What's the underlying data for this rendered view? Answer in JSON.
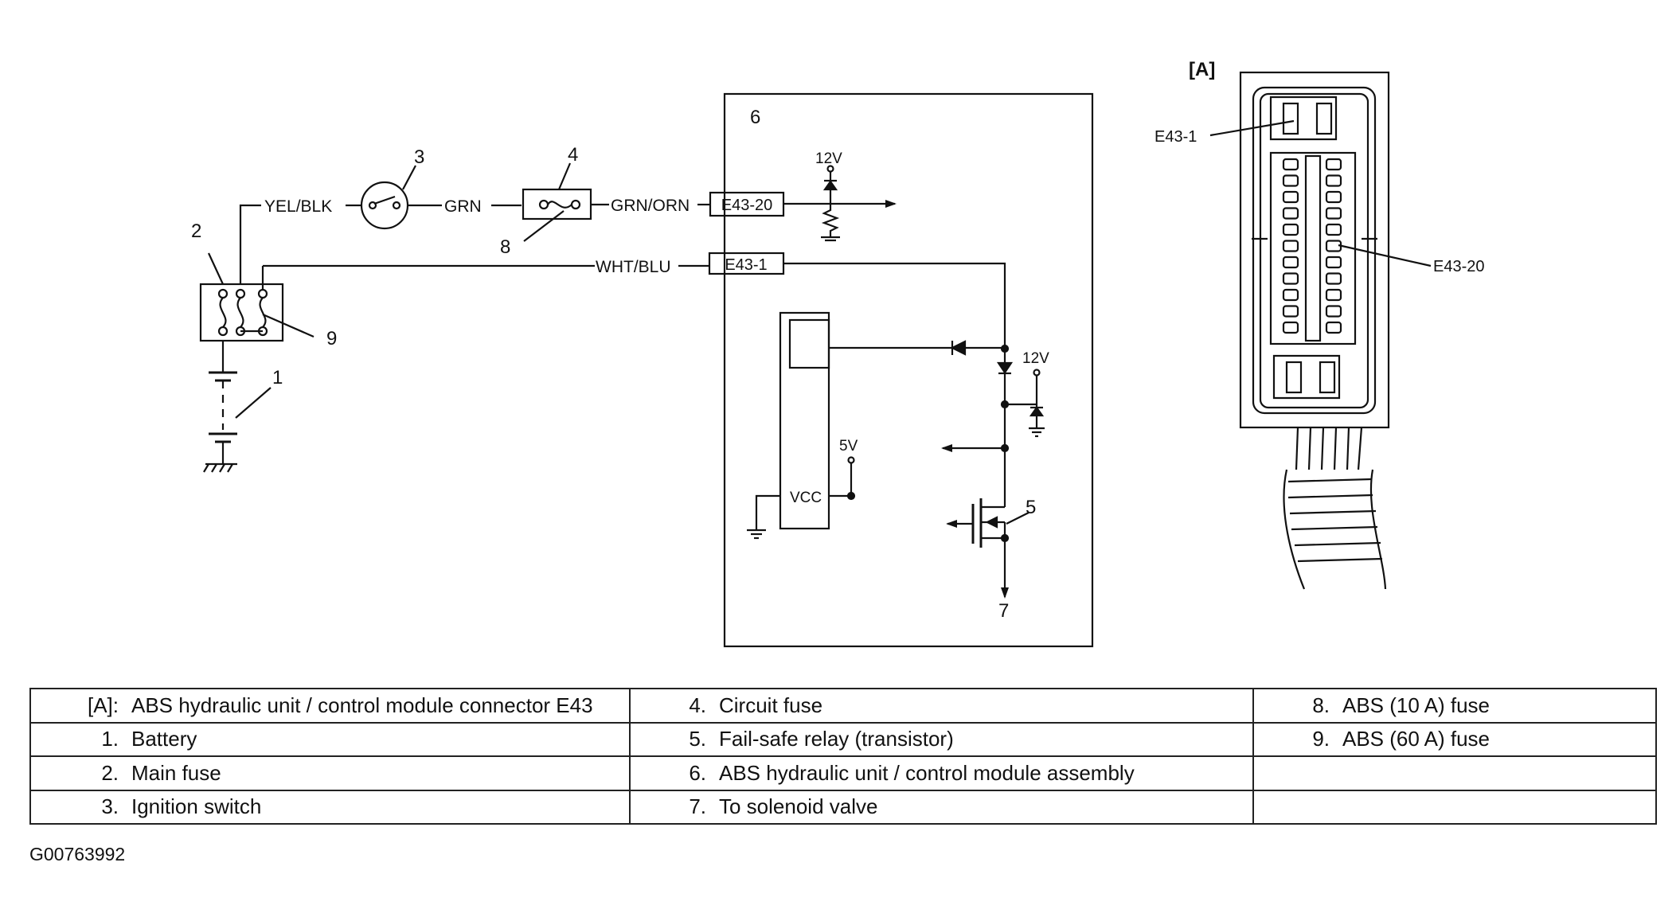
{
  "callouts": {
    "n1": "1",
    "n2": "2",
    "n3": "3",
    "n4": "4",
    "n5": "5",
    "n6": "6",
    "n7": "7",
    "n8": "8",
    "n9": "9",
    "view": "[A]"
  },
  "wires": {
    "yel_blk": "YEL/BLK",
    "grn": "GRN",
    "grn_orn": "GRN/ORN",
    "wht_blu": "WHT/BLU"
  },
  "connectors": {
    "e43_20": "E43-20",
    "e43_1": "E43-1"
  },
  "voltages": {
    "v12_top": "12V",
    "v12_mid": "12V",
    "v5": "5V",
    "vcc": "VCC"
  },
  "legend": {
    "rows": [
      [
        {
          "num": "[A]:",
          "text": "ABS hydraulic unit / control module connector E43"
        },
        {
          "num": "4.",
          "text": "Circuit fuse"
        },
        {
          "num": "8.",
          "text": "ABS (10 A) fuse"
        }
      ],
      [
        {
          "num": "1.",
          "text": "Battery"
        },
        {
          "num": "5.",
          "text": "Fail-safe relay (transistor)"
        },
        {
          "num": "9.",
          "text": "ABS (60 A) fuse"
        }
      ],
      [
        {
          "num": "2.",
          "text": "Main fuse"
        },
        {
          "num": "6.",
          "text": "ABS hydraulic unit / control module assembly"
        },
        {
          "num": "",
          "text": ""
        }
      ],
      [
        {
          "num": "3.",
          "text": "Ignition switch"
        },
        {
          "num": "7.",
          "text": "To solenoid valve"
        },
        {
          "num": "",
          "text": ""
        }
      ]
    ]
  },
  "figure_id": "G00763992"
}
